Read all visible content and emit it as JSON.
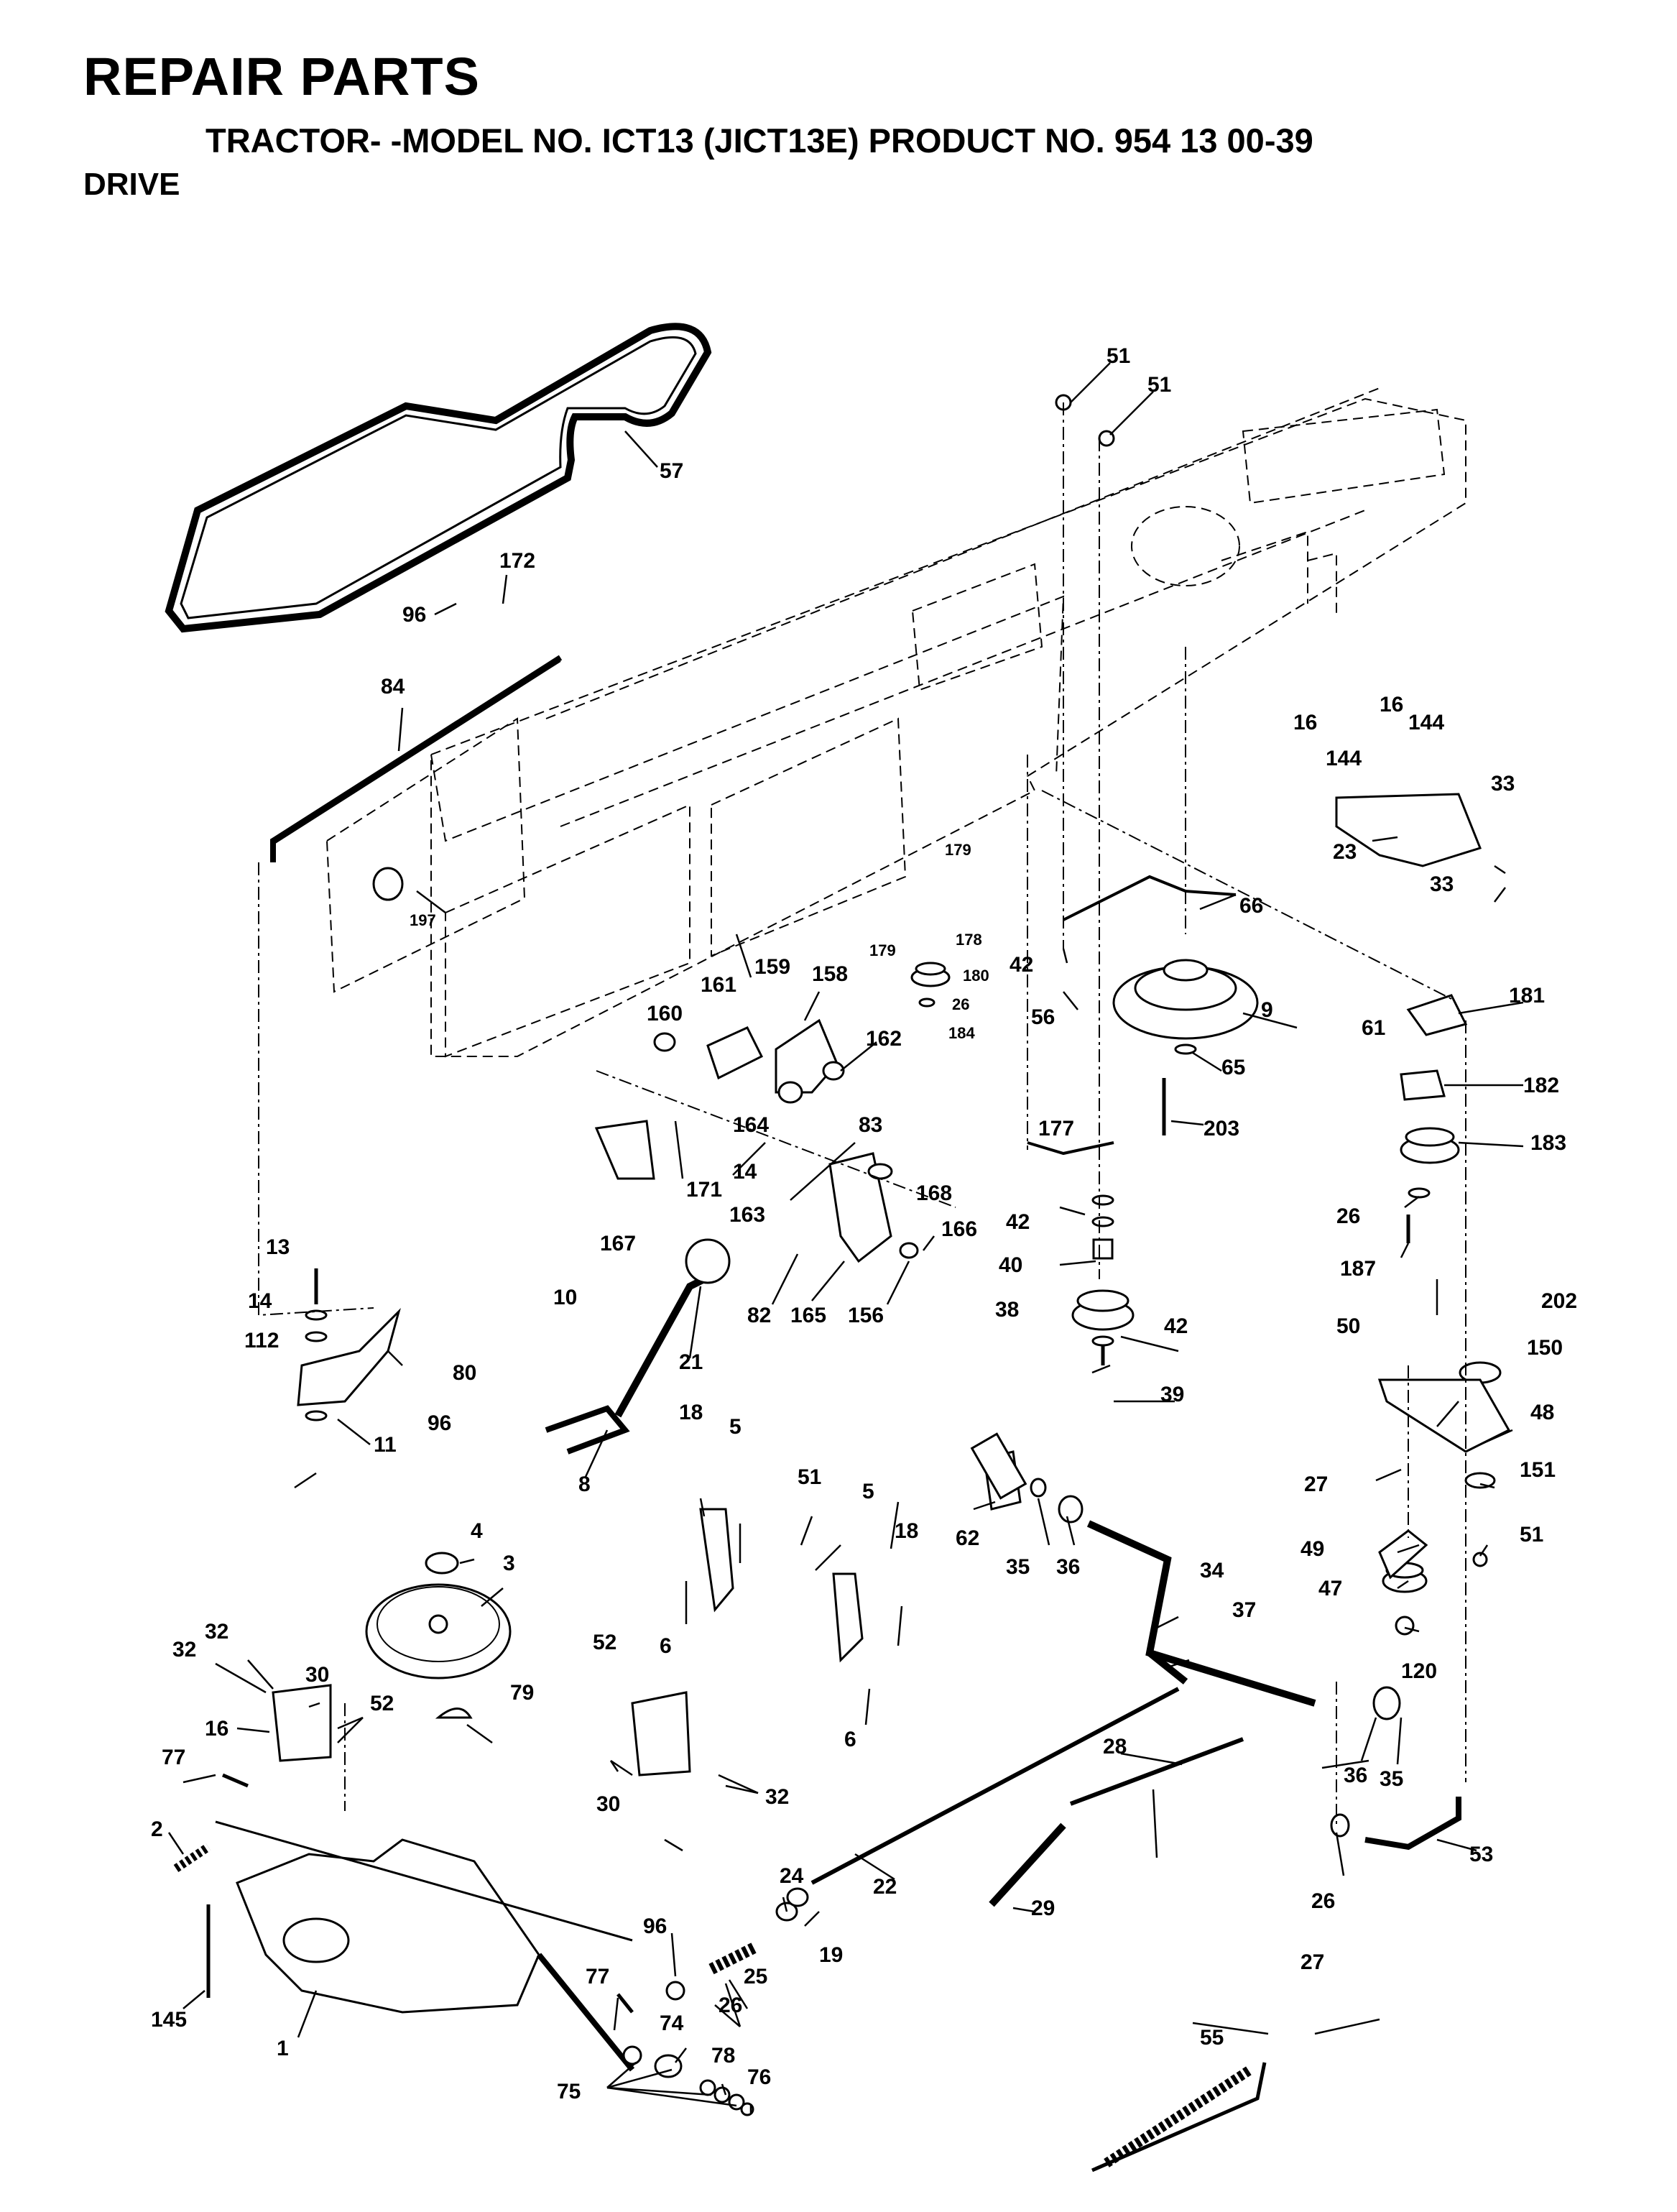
{
  "header": {
    "title": "REPAIR PARTS",
    "subtitle": "TRACTOR- -MODEL NO. ICT13 (JICT13E) PRODUCT NO. 954 13 00-39",
    "section": "DRIVE"
  },
  "callouts": {
    "c51a": "51",
    "c51b": "51",
    "c57": "57",
    "c172": "172",
    "c96a": "96",
    "c84": "84",
    "c197": "197",
    "c16a": "16",
    "c16b": "16",
    "c144a": "144",
    "c144b": "144",
    "c33a": "33",
    "c23": "23",
    "c33b": "33",
    "c66": "66",
    "c179a": "179",
    "c178": "178",
    "c179b": "179",
    "c180": "180",
    "c26a": "26",
    "c184": "184",
    "c42a": "42",
    "c56": "56",
    "c9": "9",
    "c65": "65",
    "c203": "203",
    "c61": "61",
    "c181": "181",
    "c182": "182",
    "c183": "183",
    "c26b": "26",
    "c187": "187",
    "c161": "161",
    "c159": "159",
    "c158": "158",
    "c160": "160",
    "c162": "162",
    "c164": "164",
    "c14a": "14",
    "c83": "83",
    "c171": "171",
    "c163": "163",
    "c167": "167",
    "c168": "168",
    "c166": "166",
    "c177": "177",
    "c42b": "42",
    "c40": "40",
    "c38": "38",
    "c42c": "42",
    "c39": "39",
    "c13": "13",
    "c14b": "14",
    "c112": "112",
    "c80": "80",
    "c96b": "96",
    "c11": "11",
    "c10": "10",
    "c21": "21",
    "c82": "82",
    "c165": "165",
    "c156": "156",
    "c8": "8",
    "c50": "50",
    "c202": "202",
    "c150": "150",
    "c48": "48",
    "c27a": "27",
    "c151": "151",
    "c49": "49",
    "c51c": "51",
    "c47": "47",
    "c120": "120",
    "c18a": "18",
    "c5a": "5",
    "c51d": "51",
    "c5b": "5",
    "c18b": "18",
    "c6a": "6",
    "c6b": "6",
    "c62": "62",
    "c35a": "35",
    "c36a": "36",
    "c34": "34",
    "c37": "37",
    "c4": "4",
    "c3": "3",
    "c32a": "32",
    "c32b": "32",
    "c30a": "30",
    "c52a": "52",
    "c16c": "16",
    "c79": "79",
    "c52b": "52",
    "c30b": "30",
    "c32c": "32",
    "c77a": "77",
    "c2": "2",
    "c28": "28",
    "c36b": "36",
    "c35b": "35",
    "c24": "24",
    "c22": "22",
    "c29": "29",
    "c53": "53",
    "c26c": "26",
    "c27b": "27",
    "c96c": "96",
    "c25": "25",
    "c19": "19",
    "c26d": "26",
    "c145": "145",
    "c1": "1",
    "c77b": "77",
    "c74": "74",
    "c78": "78",
    "c76": "76",
    "c75": "75",
    "c55": "55"
  }
}
